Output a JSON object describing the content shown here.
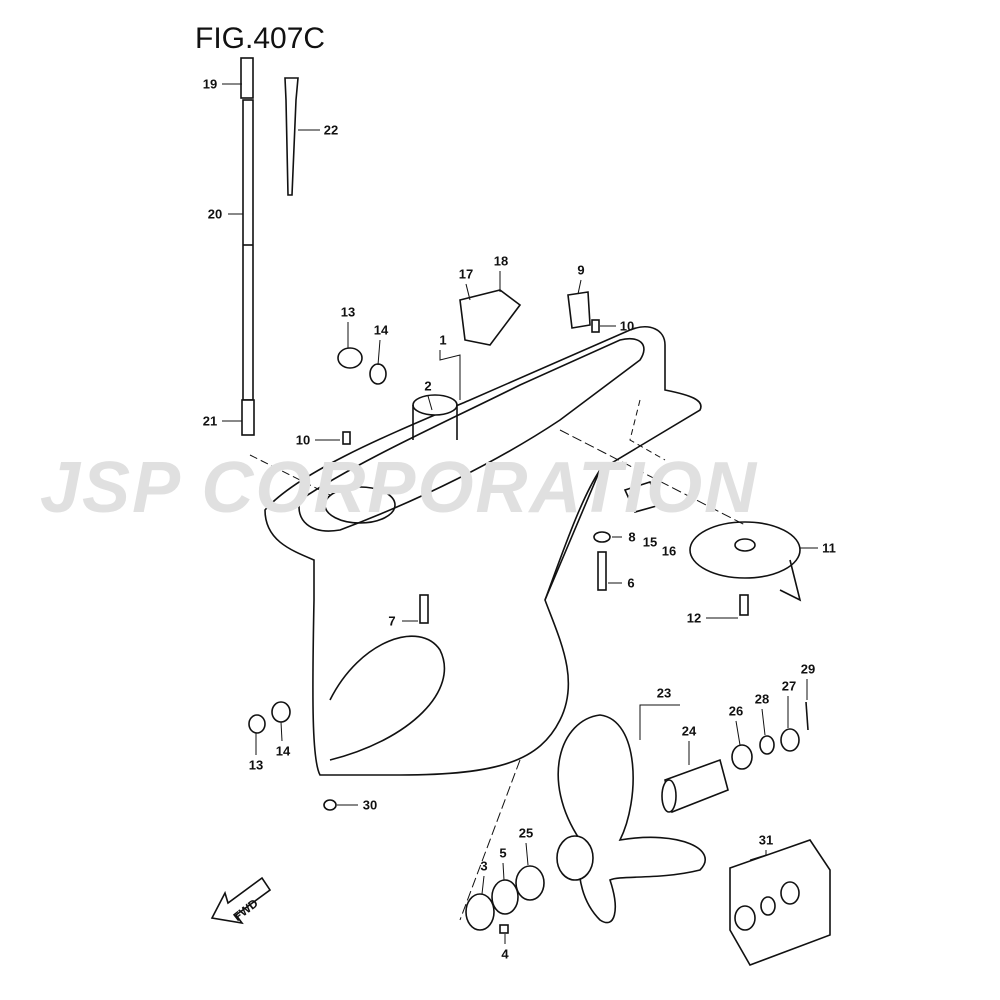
{
  "figure": {
    "title": "FIG.407C",
    "watermark": "JSP CORPORATION",
    "direction_label": "FWD"
  },
  "callouts": [
    {
      "id": "c19",
      "text": "19"
    },
    {
      "id": "c22",
      "text": "22"
    },
    {
      "id": "c20",
      "text": "20"
    },
    {
      "id": "c21",
      "text": "21"
    },
    {
      "id": "c13a",
      "text": "13"
    },
    {
      "id": "c14a",
      "text": "14"
    },
    {
      "id": "c1",
      "text": "1"
    },
    {
      "id": "c2",
      "text": "2"
    },
    {
      "id": "c17",
      "text": "17"
    },
    {
      "id": "c18",
      "text": "18"
    },
    {
      "id": "c9",
      "text": "9"
    },
    {
      "id": "c10a",
      "text": "10"
    },
    {
      "id": "c10b",
      "text": "10"
    },
    {
      "id": "c8",
      "text": "8"
    },
    {
      "id": "c15",
      "text": "15"
    },
    {
      "id": "c16",
      "text": "16"
    },
    {
      "id": "c11",
      "text": "11"
    },
    {
      "id": "c6",
      "text": "6"
    },
    {
      "id": "c7",
      "text": "7"
    },
    {
      "id": "c12",
      "text": "12"
    },
    {
      "id": "c29",
      "text": "29"
    },
    {
      "id": "c23",
      "text": "23"
    },
    {
      "id": "c28",
      "text": "28"
    },
    {
      "id": "c27",
      "text": "27"
    },
    {
      "id": "c26",
      "text": "26"
    },
    {
      "id": "c24",
      "text": "24"
    },
    {
      "id": "c13b",
      "text": "13"
    },
    {
      "id": "c14b",
      "text": "14"
    },
    {
      "id": "c30",
      "text": "30"
    },
    {
      "id": "c25",
      "text": "25"
    },
    {
      "id": "c31",
      "text": "31"
    },
    {
      "id": "c3",
      "text": "3"
    },
    {
      "id": "c5",
      "text": "5"
    },
    {
      "id": "c4",
      "text": "4"
    }
  ]
}
